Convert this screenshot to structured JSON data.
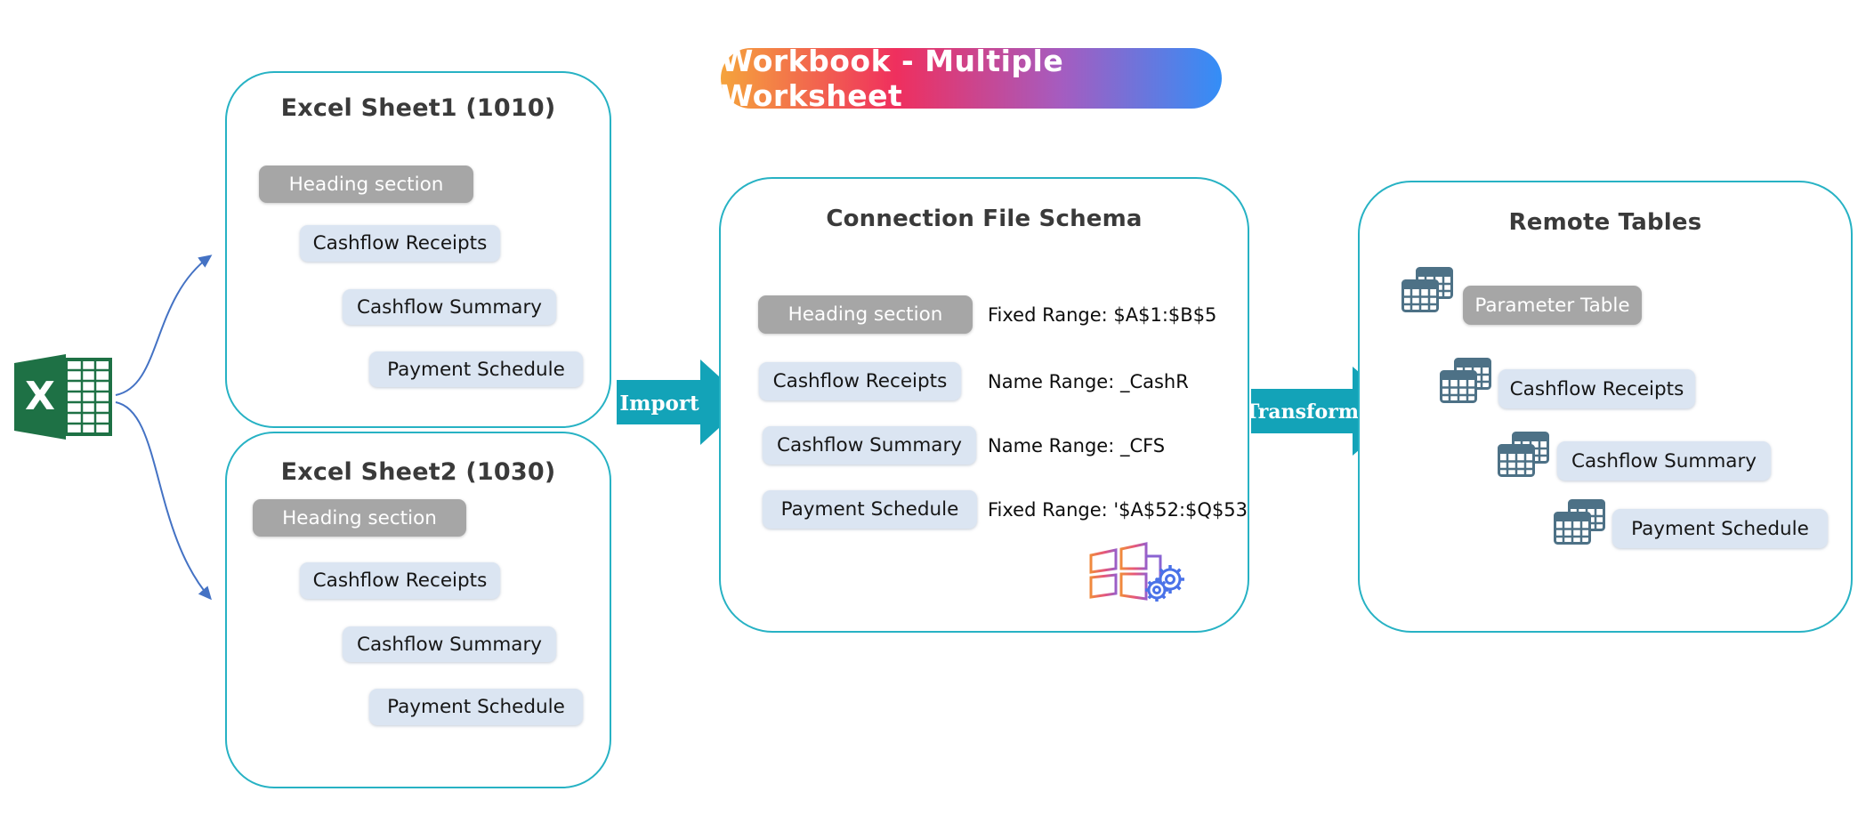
{
  "banner": {
    "label": "Workbook - Multiple Worksheet"
  },
  "sheets": [
    {
      "title": "Excel Sheet1 (1010)",
      "rows": [
        {
          "label": "Heading section"
        },
        {
          "label": "Cashflow Receipts"
        },
        {
          "label": "Cashflow Summary"
        },
        {
          "label": "Payment Schedule"
        }
      ]
    },
    {
      "title": "Excel Sheet2 (1030)",
      "rows": [
        {
          "label": "Heading section"
        },
        {
          "label": "Cashflow Receipts"
        },
        {
          "label": "Cashflow Summary"
        },
        {
          "label": "Payment Schedule"
        }
      ]
    }
  ],
  "arrows": {
    "import": "Import",
    "transform": "Transform"
  },
  "schema": {
    "title": "Connection File Schema",
    "rows": [
      {
        "label": "Heading section",
        "range": "Fixed Range: $A$1:$B$5"
      },
      {
        "label": "Cashflow Receipts",
        "range": "Name Range: _CashR"
      },
      {
        "label": "Cashflow Summary",
        "range": "Name Range: _CFS"
      },
      {
        "label": "Payment Schedule",
        "range": "Fixed Range: '$A$52:$Q$53"
      }
    ]
  },
  "remote": {
    "title": "Remote Tables",
    "rows": [
      {
        "label": "Parameter Table"
      },
      {
        "label": "Cashflow Receipts"
      },
      {
        "label": "Cashflow Summary"
      },
      {
        "label": "Payment Schedule"
      }
    ]
  },
  "excel_icon": {
    "letter": "X"
  },
  "icons": {
    "left_source": "excel-icon",
    "remote_rows": "double-table-icon",
    "schema_footer": "windows-gears-icon",
    "connectors": "curved-arrow-icon"
  },
  "colors": {
    "box_border_teal": "#27b2c4",
    "block_arrow_teal": "#13a3b8",
    "curve_blue": "#4472c4",
    "gray_pill": "#a6a6a6",
    "blue_pill": "#dbe5f2",
    "excel_green": "#1e7145",
    "table_icon_slate": "#4d7186",
    "banner_gradient": [
      "#f5a43c",
      "#ef2f5e",
      "#a55cc0",
      "#338ef7"
    ]
  }
}
